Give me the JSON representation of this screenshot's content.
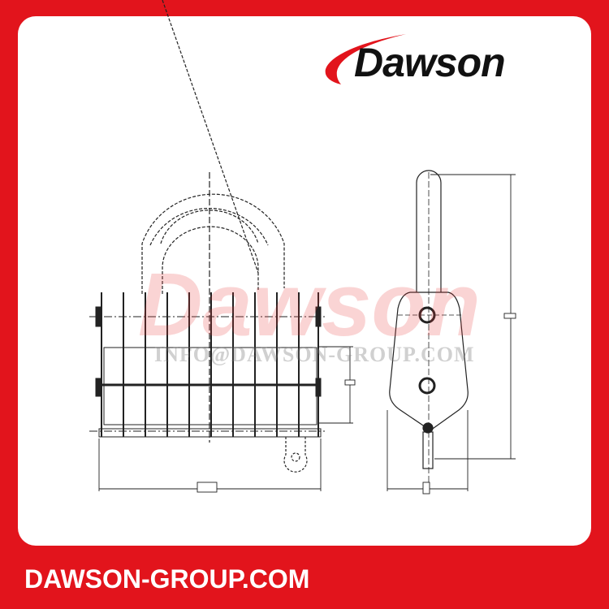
{
  "brand": {
    "logo_text": "Dawson",
    "logo_color": "#e2141c",
    "frame_color": "#e2141c"
  },
  "watermark": {
    "logo_text": "Dawson",
    "url": "INFO@DAWSON-GROUP.COM"
  },
  "footer": {
    "website": "DAWSON-GROUP.COM"
  }
}
